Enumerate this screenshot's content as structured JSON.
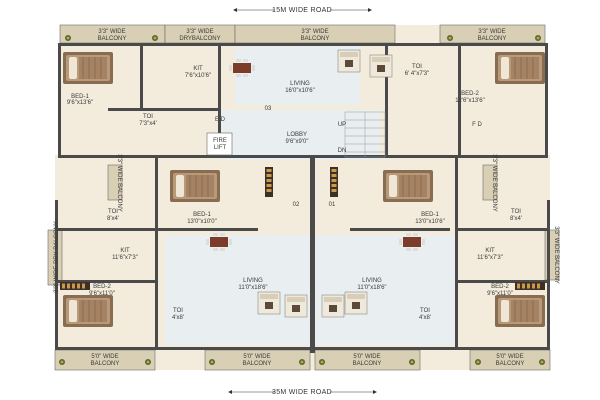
{
  "roads": {
    "top": "15M WIDE ROAD",
    "bottom": "35M WIDE ROAD"
  },
  "rooms": {
    "tl_balcony": {
      "name": "3'3\" WIDE",
      "sub": "BALCONY"
    },
    "tl_dry_balcony": {
      "name": "3'3\" WIDE",
      "sub": "DRYBALCONY"
    },
    "tc_balcony": {
      "name": "3'3\" WIDE",
      "sub": "BALCONY"
    },
    "tr_balcony": {
      "name": "3'3\" WIDE",
      "sub": "BALCONY"
    },
    "tl_kit": {
      "name": "KIT",
      "size": "7'6\"x10'6\""
    },
    "tl_living": {
      "name": "LIVING",
      "size": "16'0\"x10'6\""
    },
    "tl_bed1": {
      "name": "BED-1",
      "size": "9'6\"x13'6\""
    },
    "tl_toi": {
      "name": "TOI",
      "size": "7'3\"x4'"
    },
    "tr_toi": {
      "name": "TOI",
      "size": "6' 4\"x7'3\""
    },
    "tr_bed2": {
      "name": "BED-2",
      "size": "12'6\"x13'6\""
    },
    "unit_03": "03",
    "ed": "E D",
    "fd": "F D",
    "fire_lift": {
      "name": "FIRE",
      "sub": "LIFT"
    },
    "lobby": {
      "name": "LOBBY",
      "size": "9'6\"x9'0\""
    },
    "up": "UP",
    "dn": "DN",
    "left_balcony_vert": "3'3\" WIDE BALCONY",
    "right_balcony_vert": "3'3\" WIDE BALCONY",
    "l_toi": {
      "name": "TOI",
      "size": "8'x4'"
    },
    "l_bed1": {
      "name": "BED-1",
      "size": "13'0\"x10'0\""
    },
    "unit_02": "02",
    "unit_01": "01",
    "r_bed1": {
      "name": "BED-1",
      "size": "13'0\"x10'6\""
    },
    "r_toi": {
      "name": "TOI",
      "size": "8'x4'"
    },
    "l_dry_balcony_vert": "3'3\" WIDE DRY BALCONY",
    "l_kit": {
      "name": "KIT",
      "size": "11'6\"x7'3\""
    },
    "r_kit": {
      "name": "KIT",
      "size": "11'6\"x7'3\""
    },
    "r_balcony_vert2": "3'3\" WIDE BALCONY",
    "l_living": {
      "name": "LIVING",
      "size": "11'0\"x18'6\""
    },
    "r_living": {
      "name": "LIVING",
      "size": "11'0\"x18'6\""
    },
    "l_bed2": {
      "name": "BED-2",
      "size": "9'6\"x11'0\""
    },
    "l_toi2": {
      "name": "TOI",
      "size": "4'x8'"
    },
    "r_toi2": {
      "name": "TOI",
      "size": "4'x8'"
    },
    "r_bed2": {
      "name": "BED-2",
      "size": "9'6\"x11'0\""
    },
    "bl_balcony": {
      "name": "5'0\" WIDE",
      "sub": "BALCONY"
    },
    "bc1_balcony": {
      "name": "5'0\" WIDE",
      "sub": "BALCONY"
    },
    "bc2_balcony": {
      "name": "5'0\" WIDE",
      "sub": "BALCONY"
    },
    "br_balcony": {
      "name": "5'0\" WIDE",
      "sub": "BALCONY"
    }
  }
}
